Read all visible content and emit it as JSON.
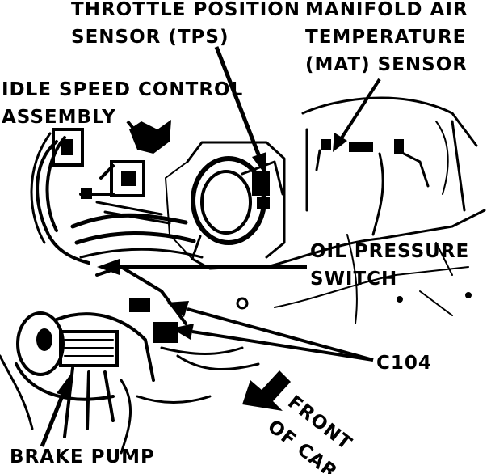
{
  "labels": {
    "tps_line1": "THROTTLE POSITION",
    "tps_line2": "SENSOR (TPS)",
    "mat_line1": "MANIFOLD AIR",
    "mat_line2": "TEMPERATURE",
    "mat_line3": "(MAT) SENSOR",
    "isc_line1": "IDLE SPEED CONTROL",
    "isc_line2": "ASSEMBLY",
    "oil_line1": "OIL PRESSURE",
    "oil_line2": "SWITCH",
    "c104": "C104",
    "front_line1": "FRONT",
    "front_line2": "OF CAR",
    "brake": "BRAKE PUMP"
  }
}
